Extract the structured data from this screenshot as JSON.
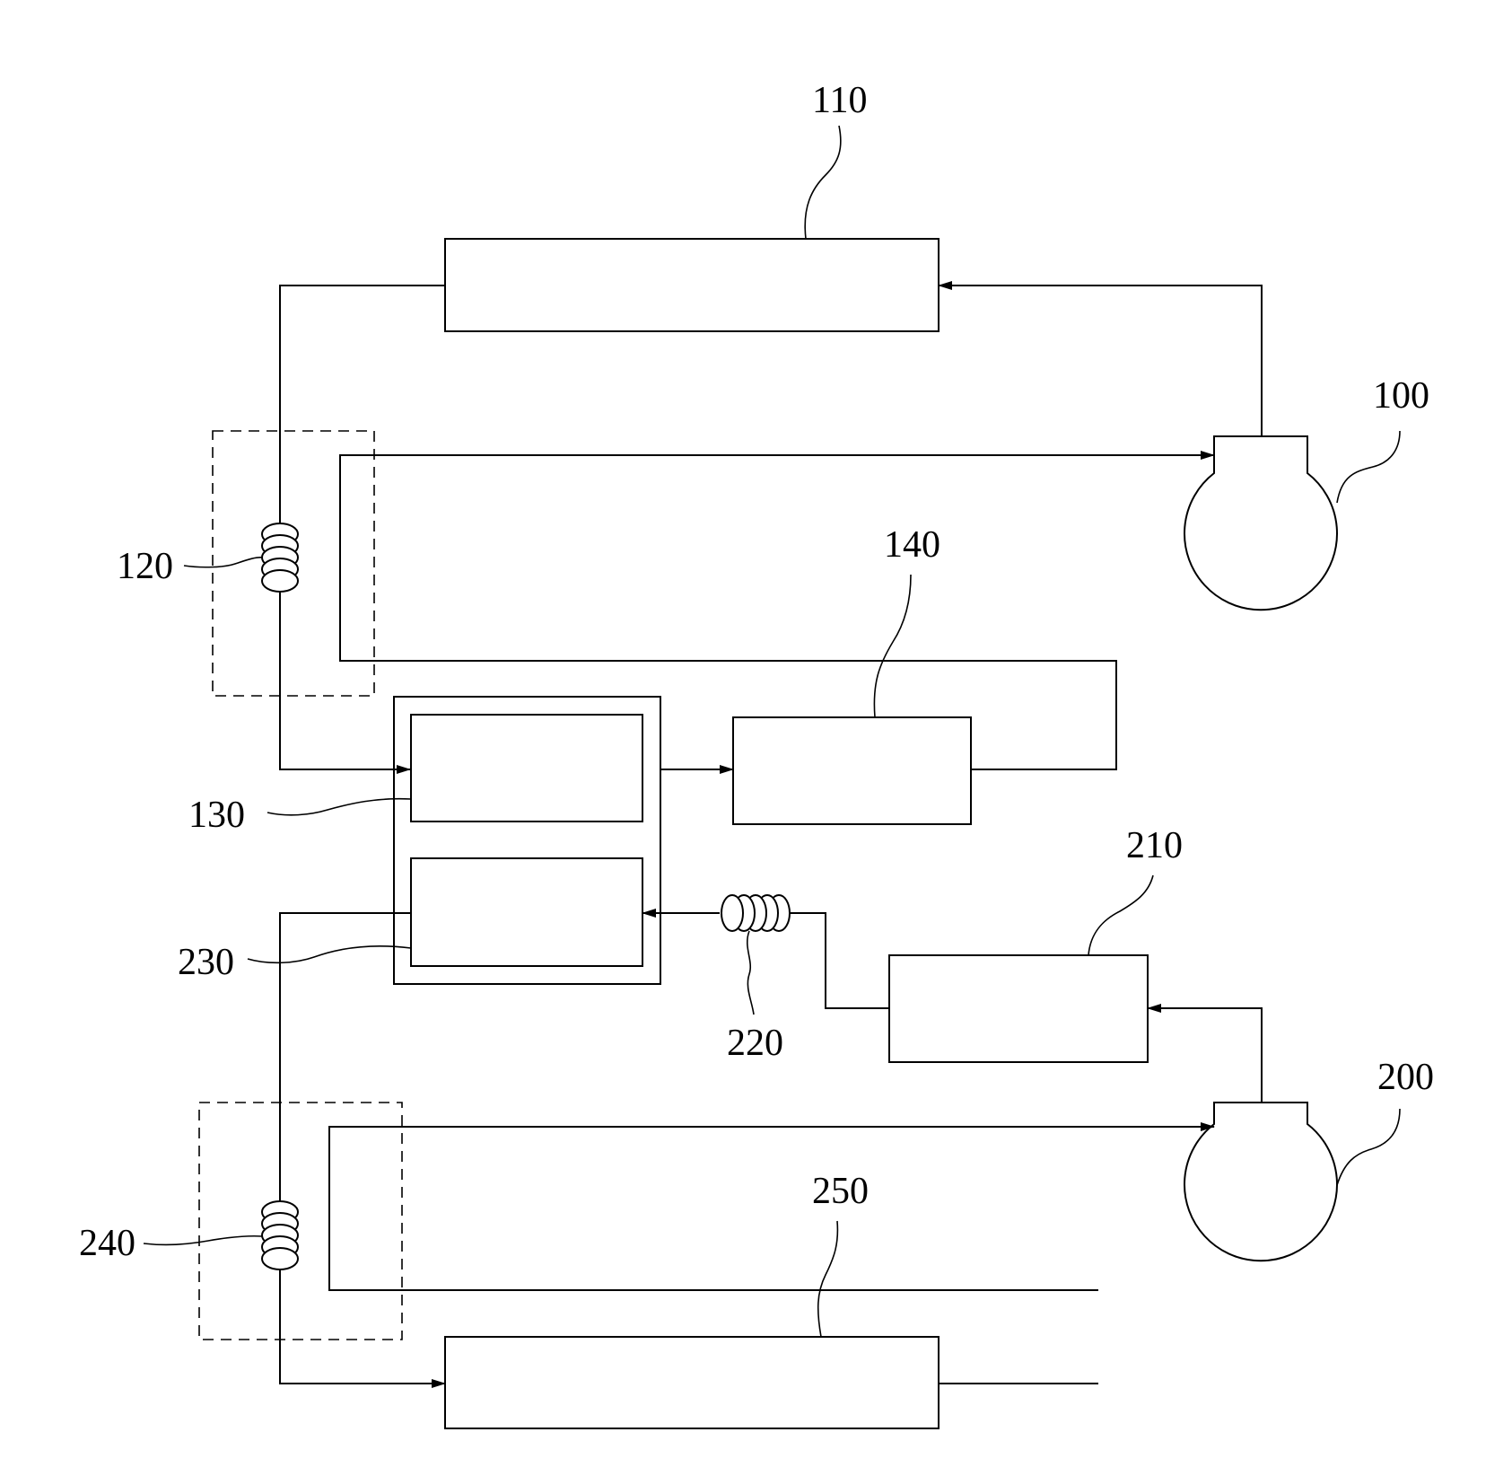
{
  "labels": {
    "l100": "100",
    "l110": "110",
    "l120": "120",
    "l130": "130",
    "l140": "140",
    "l200": "200",
    "l210": "210",
    "l220": "220",
    "l230": "230",
    "l240": "240",
    "l250": "250"
  },
  "colors": {
    "stroke": "#000000",
    "background": "#ffffff"
  }
}
